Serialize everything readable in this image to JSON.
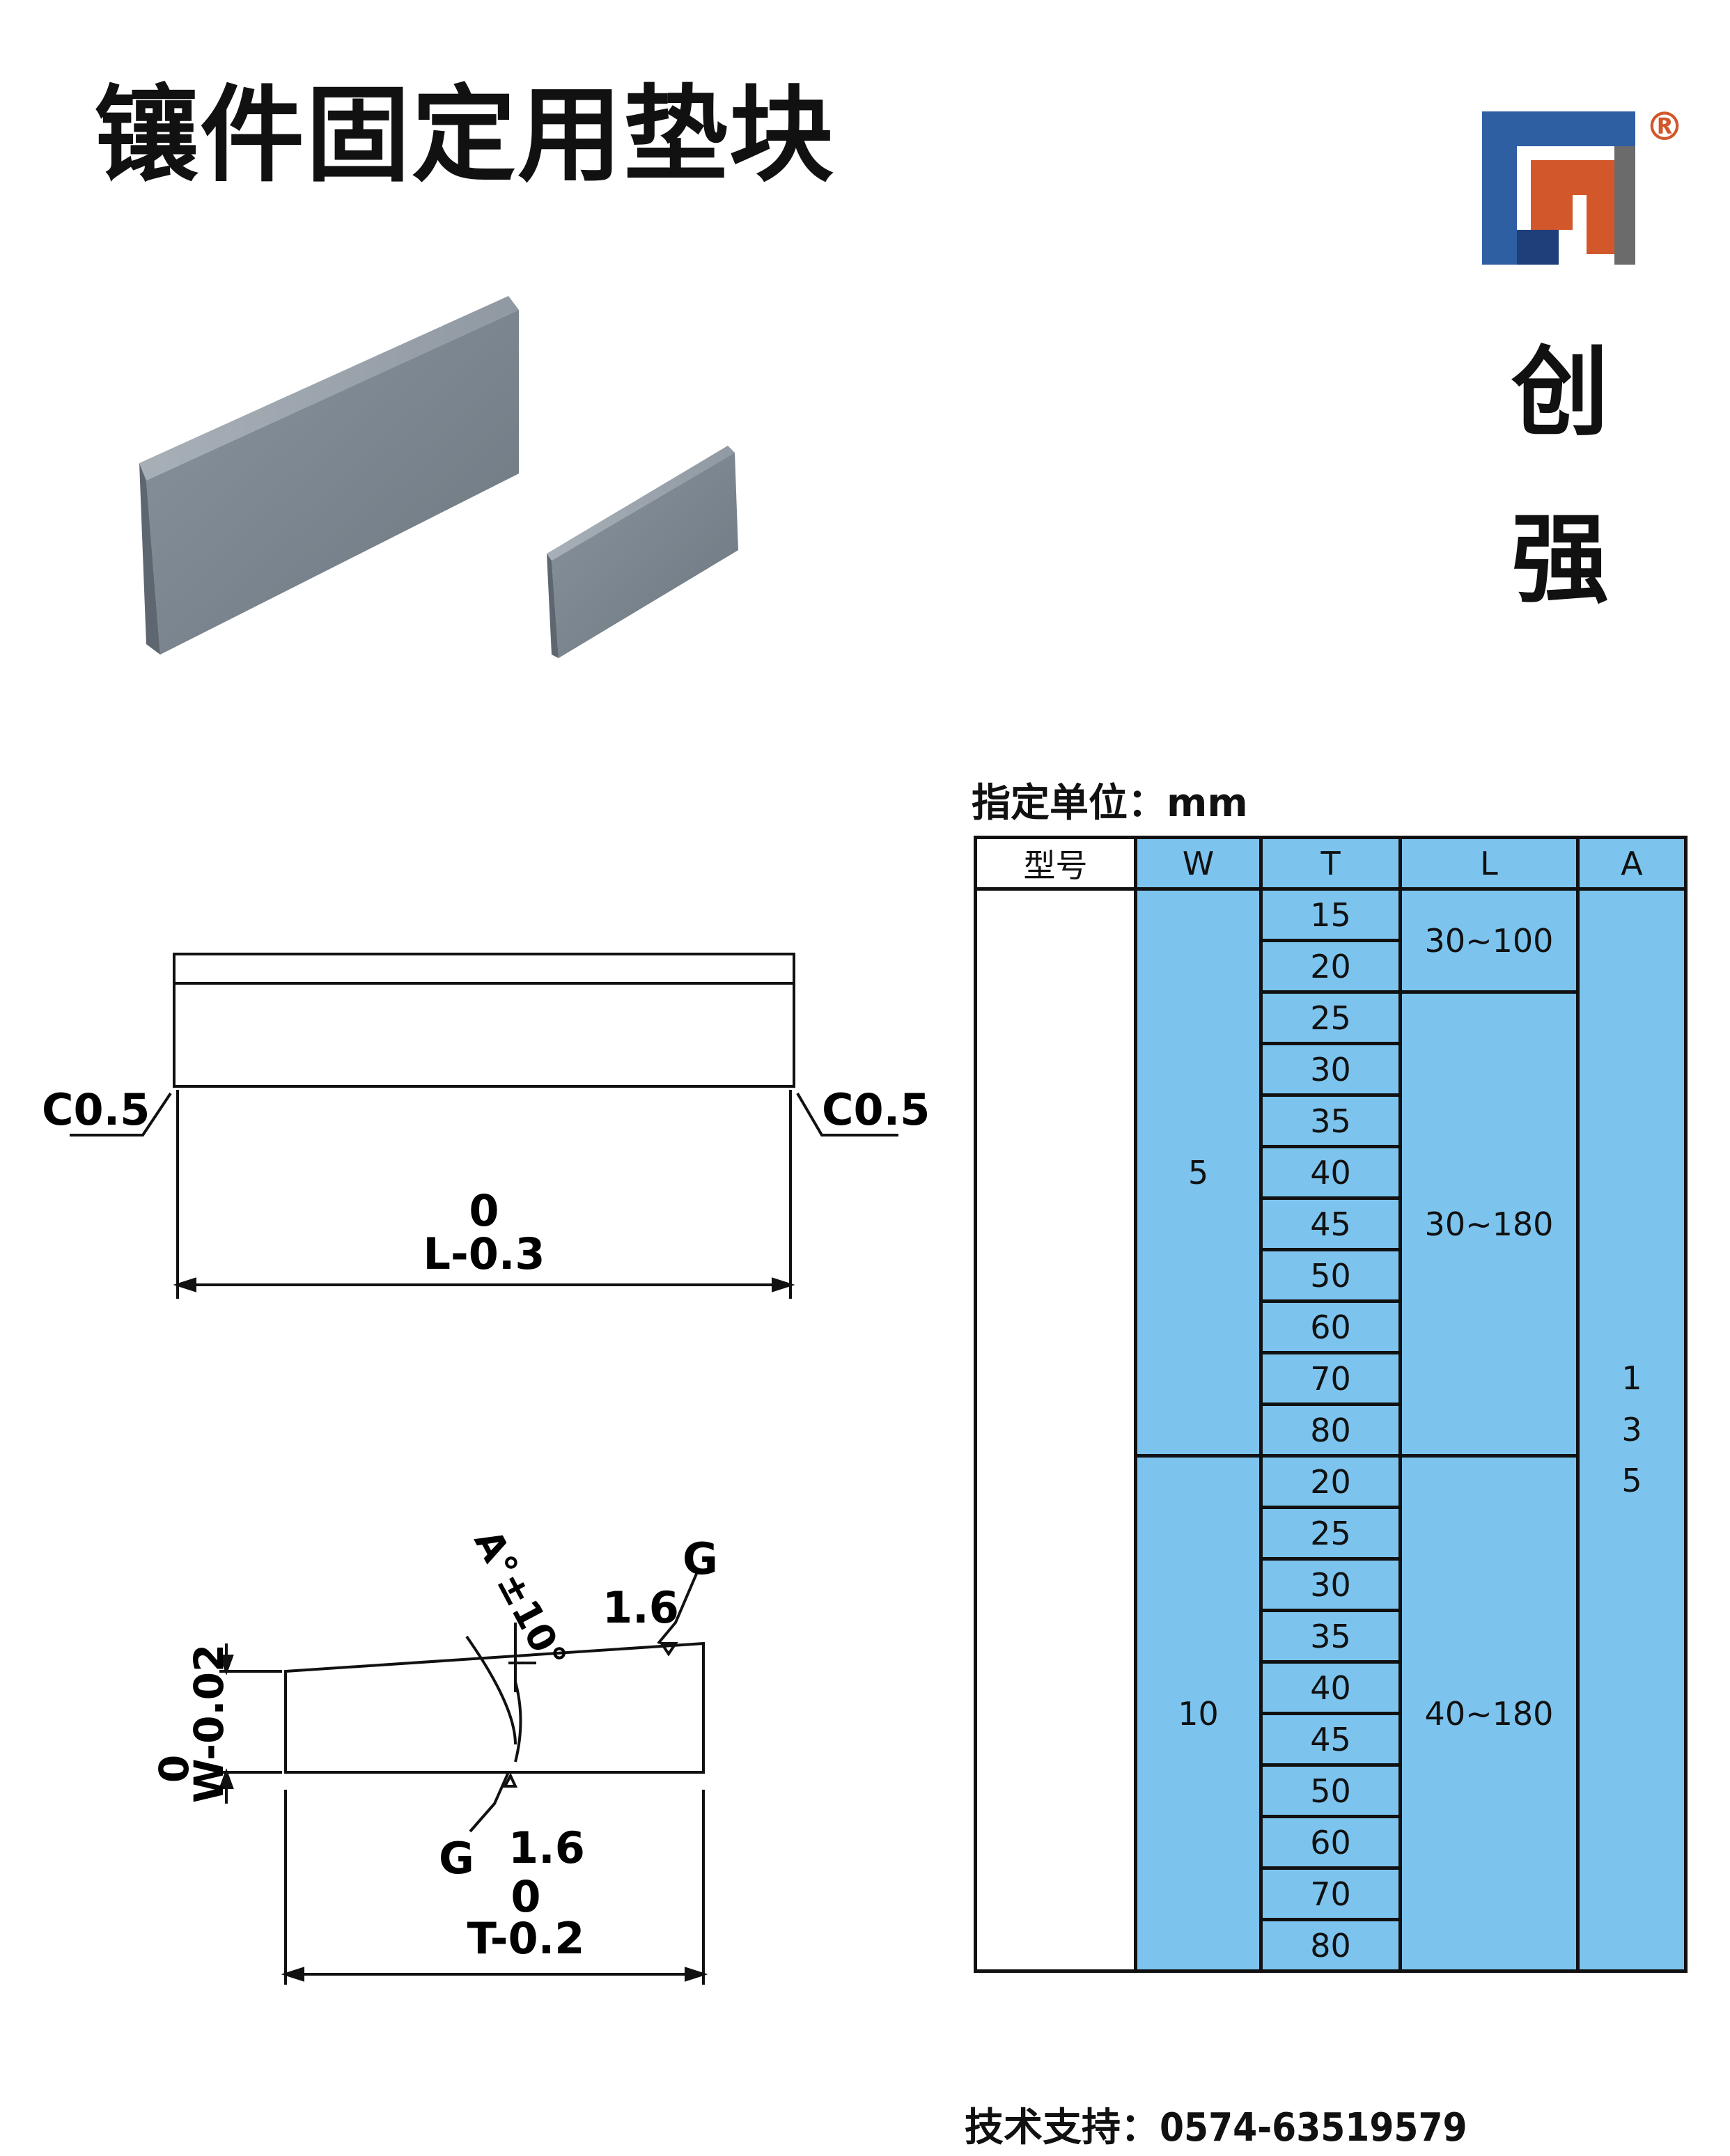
{
  "title": "镶件固定用垫块",
  "brand": {
    "char1": "创",
    "char2": "强",
    "registered": "®"
  },
  "colors": {
    "table_blue": "#7cc4ee",
    "logo_blue": "#2f5fa3",
    "logo_orange": "#d2572b",
    "logo_gray": "#6b6b6b"
  },
  "drawing": {
    "chamfer_left": "C0.5",
    "chamfer_right": "C0.5",
    "length_tol_top": "0",
    "length_tol": "L-0.3",
    "angle": "A°±10°",
    "rough_top": "1.6",
    "grind_top": "G",
    "width_tol_top": "0",
    "width_tol": "W-0.02",
    "rough_bottom": "1.6",
    "grind_bottom": "G",
    "thick_tol_top": "0",
    "thick_tol": "T-0.2"
  },
  "unit_label": "指定单位：mm",
  "table": {
    "headers": [
      "型号",
      "W",
      "T",
      "L",
      "A"
    ],
    "groups": [
      {
        "W": "5",
        "T": [
          "15",
          "20",
          "25",
          "30",
          "35",
          "40",
          "45",
          "50",
          "60",
          "70",
          "80"
        ],
        "L": [
          {
            "value": "30~100",
            "span": 2
          },
          {
            "value": "30~180",
            "span": 9
          }
        ]
      },
      {
        "W": "10",
        "T": [
          "20",
          "25",
          "30",
          "35",
          "40",
          "45",
          "50",
          "60",
          "70",
          "80"
        ],
        "L": [
          {
            "value": "40~180",
            "span": 10
          }
        ]
      }
    ],
    "A": [
      "1",
      "3",
      "5"
    ]
  },
  "support": "技术支持：0574-63519579"
}
